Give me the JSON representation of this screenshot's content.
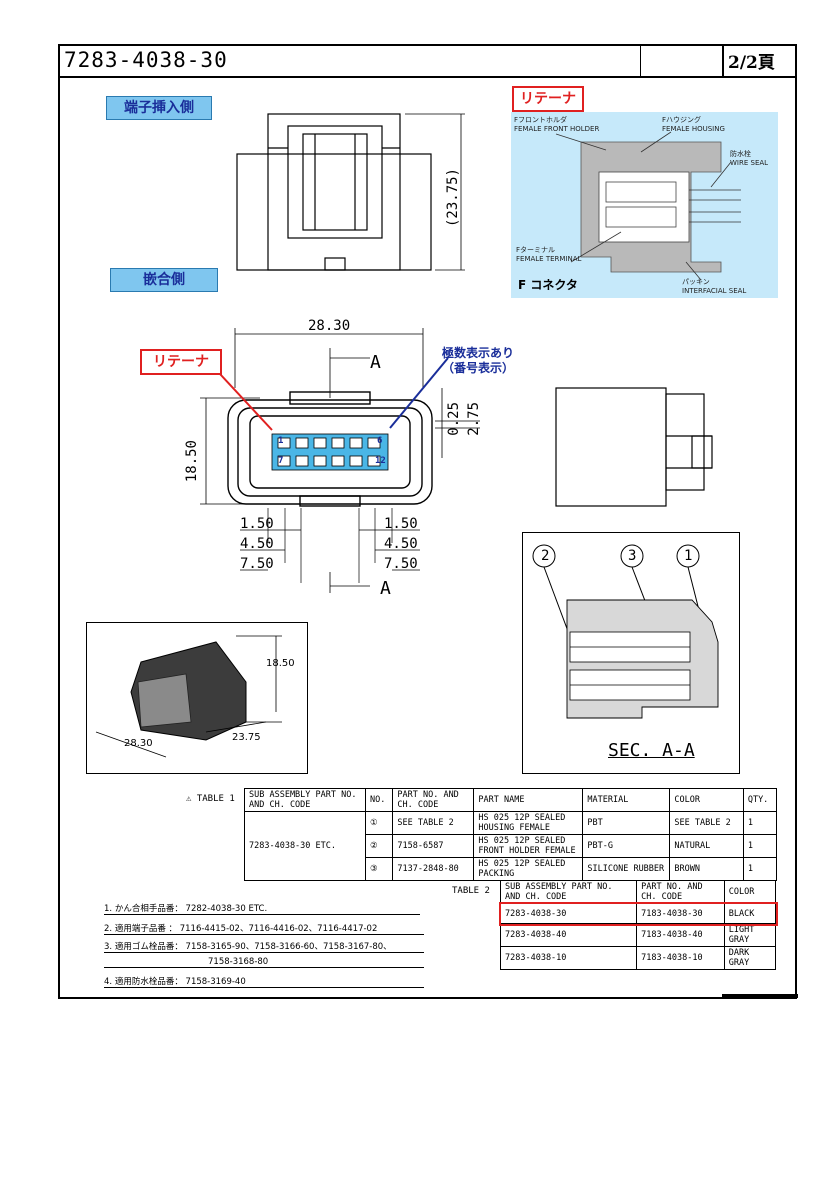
{
  "header": {
    "title": "7283-4038-30",
    "page": "2/2頁"
  },
  "labels": {
    "insert_side": "端子挿入側",
    "mating_side": "嵌合側",
    "retainer_top": "リテーナ",
    "retainer_front": "リテーナ",
    "polarity_note_1": "極数表示あり",
    "polarity_note_2": "（番号表示）",
    "section_mark_top": "A",
    "section_mark_bottom": "A",
    "section_title": "SEC. A-A",
    "f_connector": "F コネクタ"
  },
  "cutaway": {
    "front_holder_jp": "Fフロントホルダ",
    "front_holder_en": "FEMALE FRONT HOLDER",
    "housing_jp": "Fハウジング",
    "housing_en": "FEMALE HOUSING",
    "wire_seal_jp": "防水栓",
    "wire_seal_en": "WIRE SEAL",
    "terminal_jp": "Fターミナル",
    "terminal_en": "FEMALE TERMINAL",
    "packing_jp": "パッキン",
    "packing_en": "INTERFACIAL SEAL"
  },
  "dims": {
    "height_top": "(23.75)",
    "width": "28.30",
    "height_front": "18.50",
    "d025": "0.25",
    "d275": "2.75",
    "d150l": "1.50",
    "d150r": "1.50",
    "d450l": "4.50",
    "d450r": "4.50",
    "d750l": "7.50",
    "d750r": "7.50",
    "pin1": "1",
    "pin6": "6",
    "pin7": "7",
    "pin12": "12",
    "iso_h": "18.50",
    "iso_w": "28.30",
    "iso_d": "23.75",
    "balloon1": "1",
    "balloon2": "2",
    "balloon3": "3"
  },
  "table1": {
    "label": "TABLE 1",
    "headers": [
      "SUB ASSEMBLY PART NO. AND CH. CODE",
      "NO.",
      "PART NO. AND CH. CODE",
      "PART NAME",
      "MATERIAL",
      "COLOR",
      "QTY."
    ],
    "sub_assy": "7283-4038-30 ETC.",
    "rows": [
      [
        "①",
        "SEE TABLE 2",
        "HS 025 12P SEALED HOUSING FEMALE",
        "PBT",
        "SEE TABLE 2",
        "1"
      ],
      [
        "②",
        "7158-6587",
        "HS 025 12P SEALED FRONT HOLDER FEMALE",
        "PBT-G",
        "NATURAL",
        "1"
      ],
      [
        "③",
        "7137-2848-80",
        "HS 025 12P SEALED PACKING",
        "SILICONE RUBBER",
        "BROWN",
        "1"
      ]
    ]
  },
  "table2": {
    "label": "TABLE 2",
    "headers": [
      "SUB ASSEMBLY PART NO. AND CH. CODE",
      "PART NO. AND CH. CODE",
      "COLOR"
    ],
    "rows": [
      [
        "7283-4038-30",
        "7183-4038-30",
        "BLACK"
      ],
      [
        "7283-4038-40",
        "7183-4038-40",
        "LIGHT GRAY"
      ],
      [
        "7283-4038-10",
        "7183-4038-10",
        "DARK GRAY"
      ]
    ]
  },
  "notes": [
    {
      "num": "1.",
      "text": "かん合相手品番：  7282-4038-30 ETC."
    },
    {
      "num": "2.",
      "text": "適用端子品番  ：  7116-4415-02、7116-4416-02、7116-4417-02"
    },
    {
      "num": "3.",
      "text": "適用ゴム栓品番：  7158-3165-90、7158-3166-60、7158-3167-80、"
    },
    {
      "num": "",
      "text": "7158-3168-80"
    },
    {
      "num": "4.",
      "text": "適用防水栓品番：  7158-3169-40"
    }
  ],
  "colors": {
    "cut_bg": "#c6e9fa",
    "label_bg": "#7fc6ef",
    "red": "#e02020",
    "blue_text": "#1a2e9a"
  }
}
